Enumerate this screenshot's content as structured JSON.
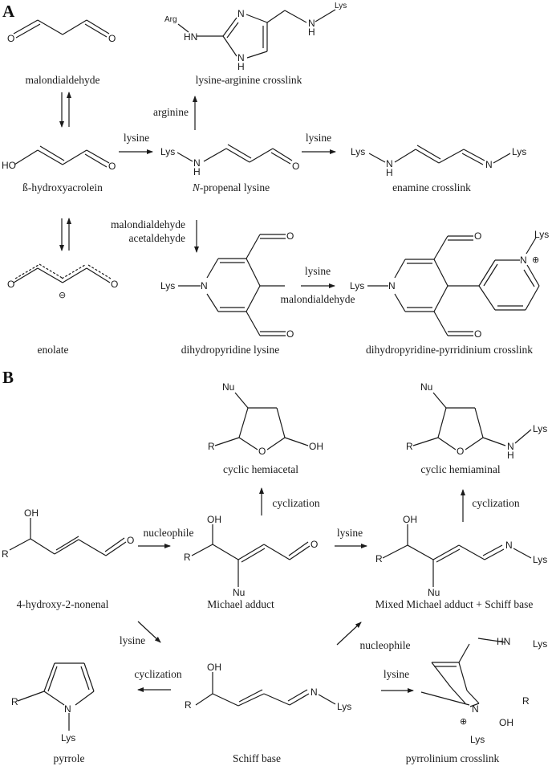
{
  "panels": {
    "a": "A",
    "b": "B"
  },
  "panel_a": {
    "compounds": {
      "malondialdehyde": "malondialdehyde",
      "lys_arg": "lysine-arginine crosslink",
      "hydroxyacrolein": "ß-hydroxyacrolein",
      "n_propenal_prefix": "N",
      "n_propenal_rest": "-propenal lysine",
      "enamine": "enamine crosslink",
      "enolate": "enolate",
      "dihydropyridine": "dihydropyridine lysine",
      "dhp_pyridinium": "dihydropyridine-pyrridinium crosslink"
    },
    "reagents": {
      "arginine": "arginine",
      "lysine1": "lysine",
      "lysine2": "lysine",
      "mda_acet_1": "malondialdehyde",
      "mda_acet_2": "acetaldehyde",
      "lysine3": "lysine",
      "mda3": "malondialdehyde"
    }
  },
  "panel_b": {
    "compounds": {
      "hne": "4-hydroxy-2-nonenal",
      "michael": "Michael adduct",
      "mixed": "Mixed Michael adduct + Schiff base",
      "hemiacetal": "cyclic hemiacetal",
      "hemiaminal": "cyclic hemiaminal",
      "pyrrole": "pyrrole",
      "schiff": "Schiff base",
      "pyrrolinium": "pyrrolinium crosslink"
    },
    "reagents": {
      "nucleophile1": "nucleophile",
      "lysine1": "lysine",
      "cyclization1": "cyclization",
      "cyclization2": "cyclization",
      "lysine2": "lysine",
      "cyclization3": "cyclization",
      "nucleophile2": "nucleophile",
      "lysine3": "lysine"
    }
  },
  "atoms": {
    "O": "O",
    "HO": "HO",
    "OH": "OH",
    "N": "N",
    "H": "H",
    "HN": "HN",
    "Lys": "Lys",
    "Arg": "Arg",
    "R": "R",
    "Nu": "Nu",
    "minus": "⊖",
    "plus": "⊕"
  }
}
